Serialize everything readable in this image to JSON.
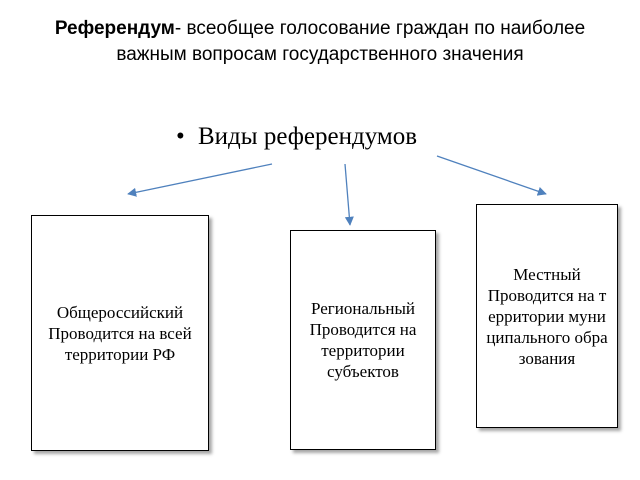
{
  "title": {
    "term": "Референдум",
    "definition": "- всеобщее голосование граждан по наиболее важным вопросам государственного значения"
  },
  "bullet": {
    "symbol": "•",
    "text": "Виды референдумов"
  },
  "boxes": {
    "left": {
      "name": "Общероссийский",
      "description": "Проводится на всей территории РФ"
    },
    "mid": {
      "name": "Региональный",
      "description": "Проводится на территории субъектов"
    },
    "right": {
      "name": "Местный",
      "description": "Проводится на территории муниципального образования"
    }
  },
  "colors": {
    "arrow": "#4f81bd"
  }
}
